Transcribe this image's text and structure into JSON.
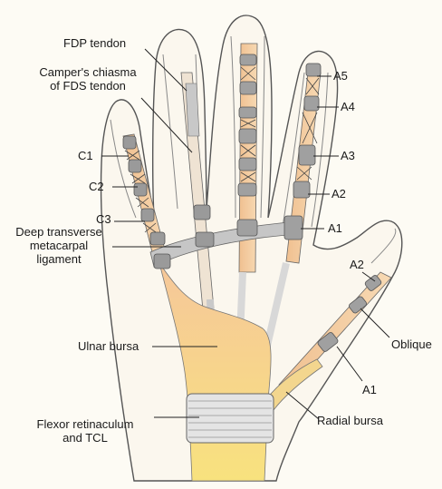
{
  "labels": {
    "fdp_tendon": "FDP tendon",
    "campers_chiasma": [
      "Camper's chiasma",
      "of FDS tendon"
    ],
    "c1": "C1",
    "c2": "C2",
    "c3": "C3",
    "deep_transverse": [
      "Deep transverse",
      "metacarpal",
      "ligament"
    ],
    "a5": "A5",
    "a4": "A4",
    "a3": "A3",
    "a2": "A2",
    "a1": "A1",
    "thumb_a2": "A2",
    "oblique": "Oblique",
    "thumb_a1": "A1",
    "ulnar_bursa": "Ulnar bursa",
    "radial_bursa": "Radial bursa",
    "flexor_retinaculum": [
      "Flexor retinaculum",
      "and TCL"
    ]
  },
  "colors": {
    "skin_outline": "#555555",
    "tendon": "#f2ddc6",
    "tendon_sheath": "#f4c9a0",
    "bursa": "#f7dc8a",
    "pulley": "#9a9a9a",
    "background": "#fdfbf4"
  }
}
